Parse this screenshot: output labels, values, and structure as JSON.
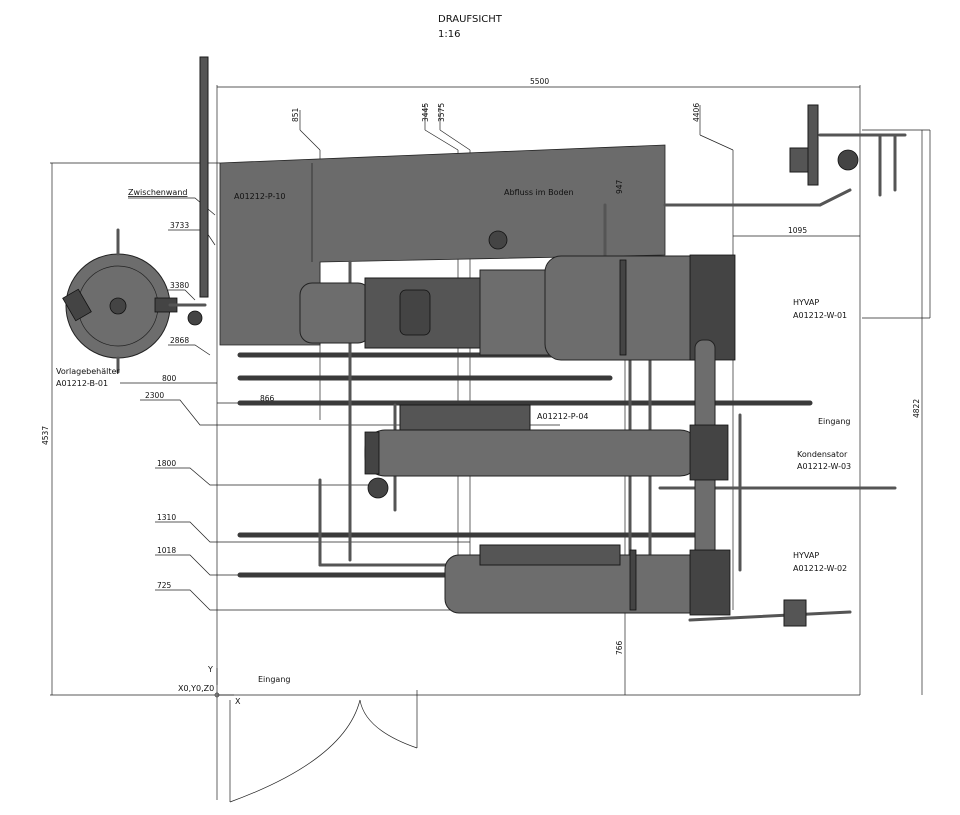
{
  "title": {
    "line1": "DRAUFSICHT",
    "line2": "1:16"
  },
  "dimensions": {
    "d5500": "5500",
    "d851": "851",
    "d3445": "3445",
    "d3575": "3575",
    "d4406": "4406",
    "d947": "947",
    "d1095": "1095",
    "d3733": "3733",
    "d3380": "3380",
    "d2868": "2868",
    "d800": "800",
    "d866": "866",
    "d2300": "2300",
    "d1800": "1800",
    "d1310": "1310",
    "d1018": "1018",
    "d725": "725",
    "d4537": "4537",
    "d4822": "4822",
    "d766": "766"
  },
  "labels": {
    "zwischenwand": "Zwischenwand",
    "pump_p10": "A01212-P-10",
    "abfluss": "Abfluss im Boden",
    "hyvap1_name": "HYVAP",
    "hyvap1_id": "A01212-W-01",
    "vorlage_name": "Vorlagebehälter",
    "vorlage_id": "A01212-B-01",
    "pump_p04": "A01212-P-04",
    "eingang_right": "Eingang",
    "kondensator_name": "Kondensator",
    "kondensator_id": "A01212-W-03",
    "hyvap2_name": "HYVAP",
    "hyvap2_id": "A01212-W-02",
    "eingang_bottom": "Eingang",
    "origin": "X0,Y0,Z0",
    "axis_y": "Y",
    "axis_x": "X"
  }
}
